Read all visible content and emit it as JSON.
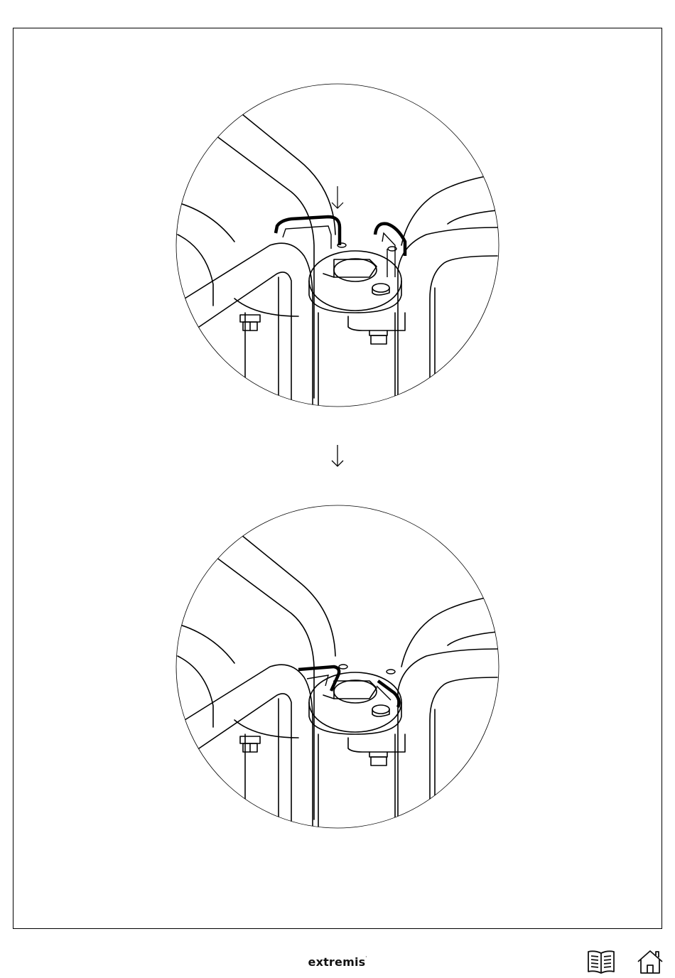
{
  "brand": {
    "name": "extremis",
    "mark": "·"
  },
  "footer": {
    "manual_icon": "open-book-icon",
    "home_icon": "home-icon"
  },
  "steps": [
    {
      "state": "clips-raised",
      "arrow": "down-arrow-icon"
    },
    {
      "state": "clips-fastened"
    }
  ],
  "colors": {
    "line": "#000000",
    "background": "#ffffff"
  }
}
